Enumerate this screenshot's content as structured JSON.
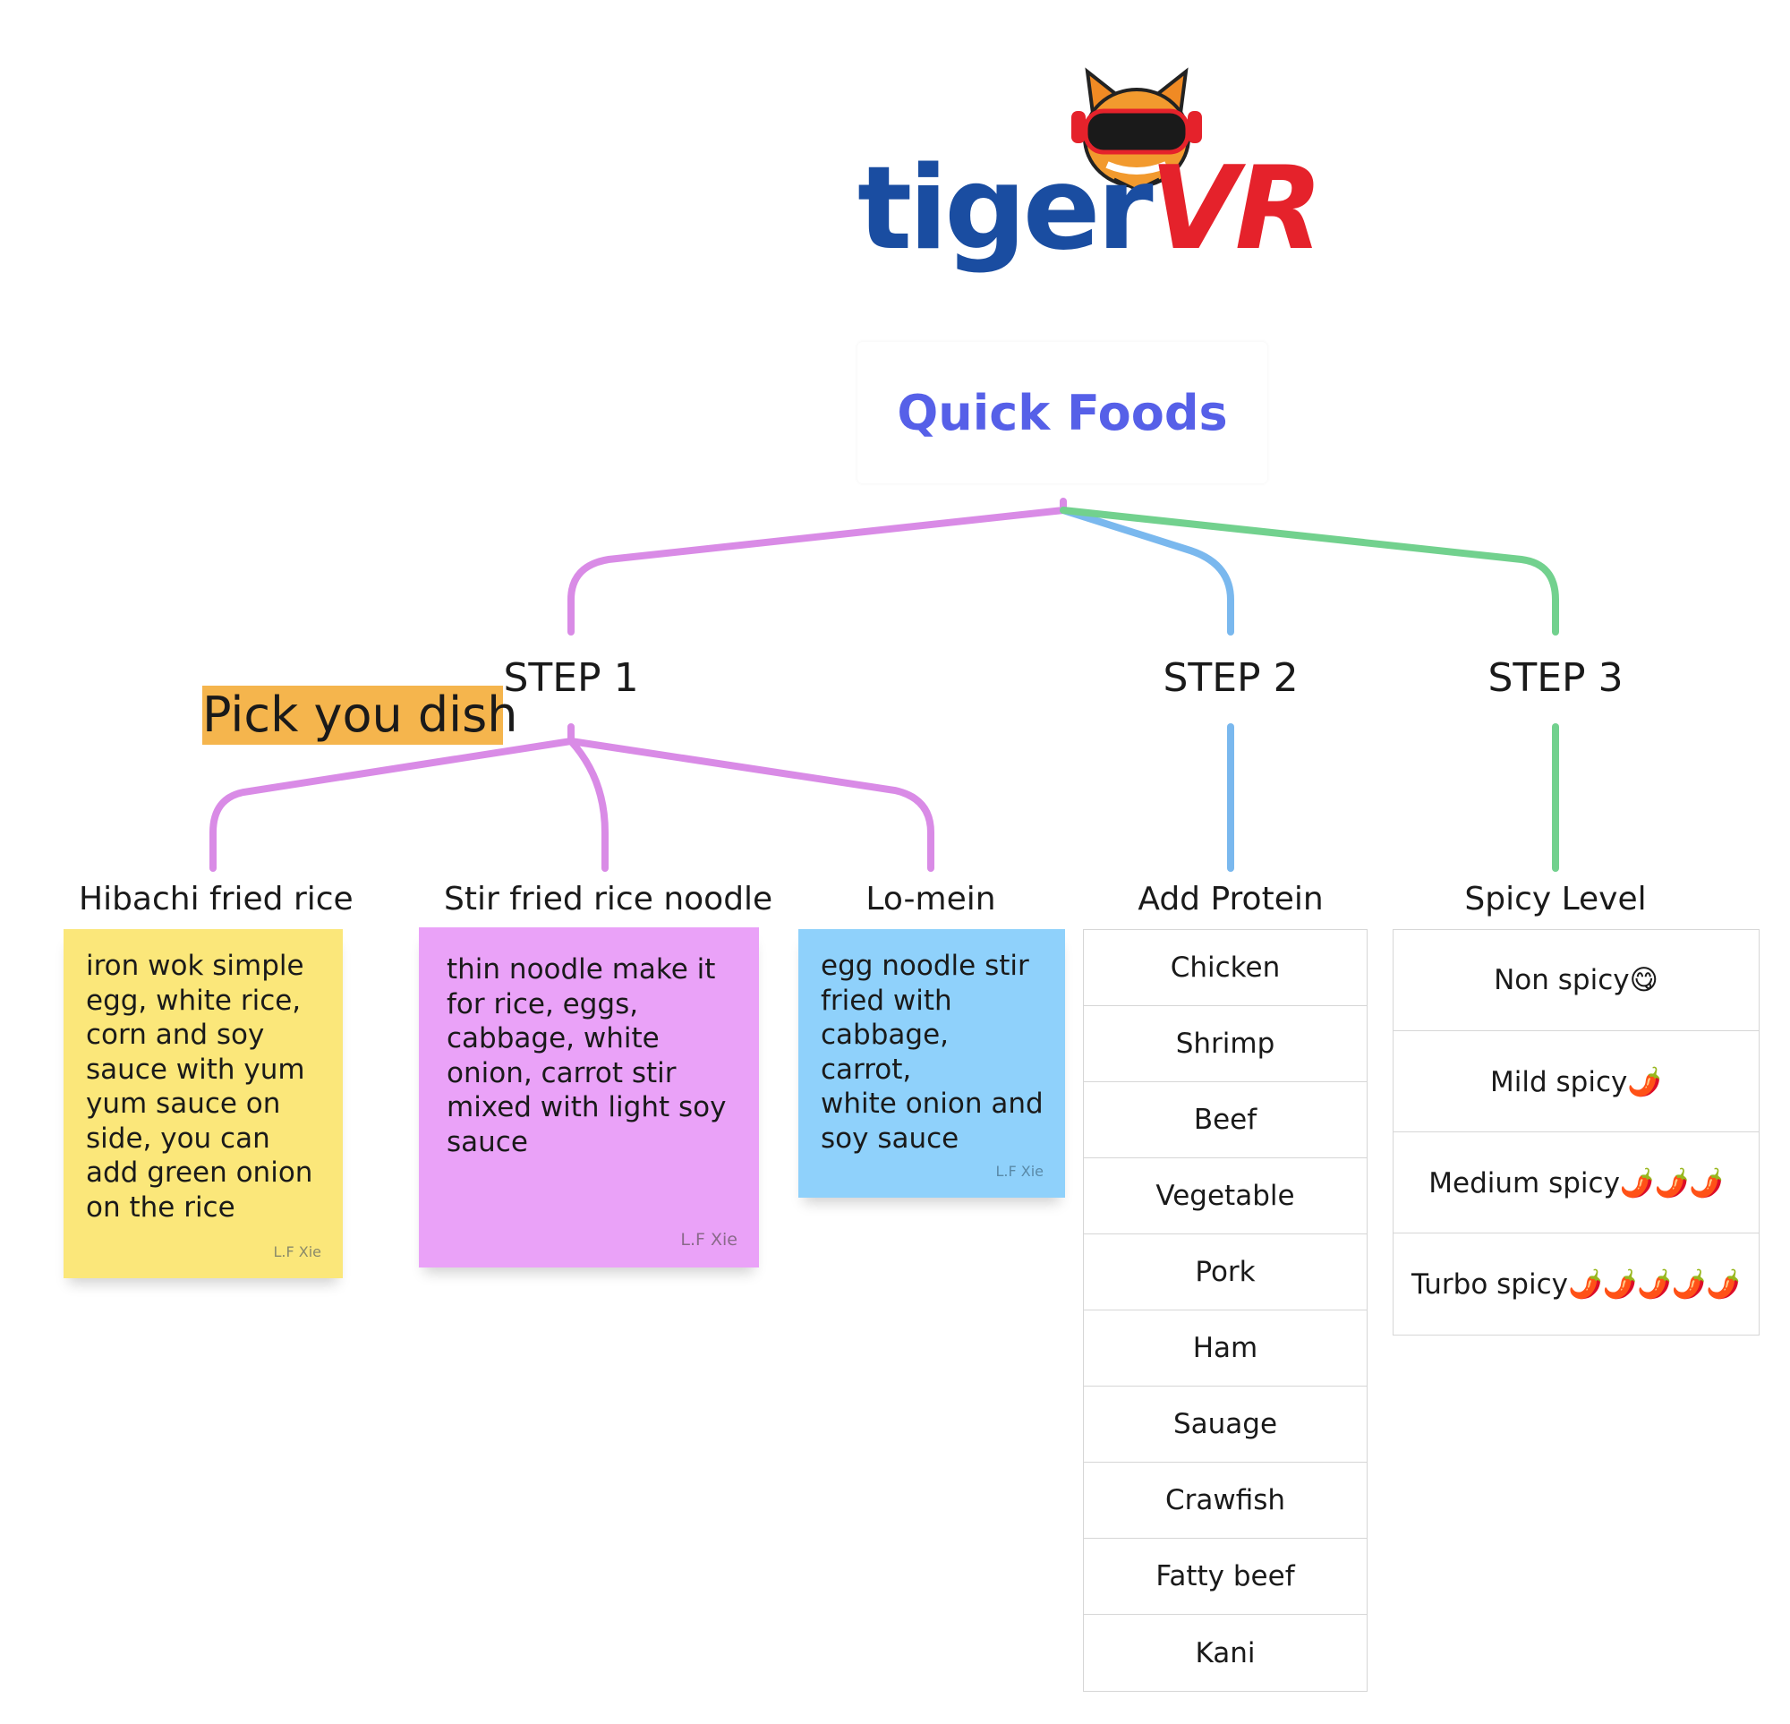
{
  "brand": {
    "name_part1": "tiger",
    "name_part2": "VR",
    "mascot": "tiger-mascot-with-vr-headset-icon"
  },
  "root": {
    "title": "Quick Foods"
  },
  "steps": [
    {
      "label": "STEP 1"
    },
    {
      "label": "STEP 2"
    },
    {
      "label": "STEP 3"
    }
  ],
  "tag": {
    "label": "Pick you dish"
  },
  "dishes": [
    {
      "name": "Hibachi fried rice",
      "description": "iron wok simple\negg, white rice,\ncorn and soy\nsauce with yum\nyum sauce on\nside, you can\nadd green onion\non the rice",
      "author": "L.F Xie",
      "color": "#fbe77a"
    },
    {
      "name": "Stir fried rice noodle",
      "description": "thin noodle make it\nfor rice, eggs,\ncabbage, white\nonion, carrot stir\nmixed with light soy\nsauce",
      "author": "L.F Xie",
      "color": "#eaa2f8"
    },
    {
      "name": "Lo-mein",
      "description": "egg noodle stir\nfried with\ncabbage, carrot,\nwhite onion and\nsoy sauce",
      "author": "L.F Xie",
      "color": "#8fd1fb"
    }
  ],
  "protein": {
    "title": "Add Protein",
    "items": [
      "Chicken",
      "Shrimp",
      "Beef",
      "Vegetable",
      "Pork",
      "Ham",
      "Sauage",
      "Crawfish",
      "Fatty beef",
      "Kani"
    ]
  },
  "spicy": {
    "title": "Spicy Level",
    "items": [
      "Non spicy😋",
      "Mild spicy🌶️",
      "Medium spicy🌶️🌶️🌶️",
      "Turbo spicy🌶️🌶️🌶️🌶️🌶️"
    ]
  },
  "colors": {
    "step1": "#d98be6",
    "step2": "#7ab8ee",
    "step3": "#72d18e",
    "title": "#5660e8",
    "brand_blue": "#1a4da1",
    "brand_red": "#e5222b",
    "tag": "#f5b54d"
  }
}
